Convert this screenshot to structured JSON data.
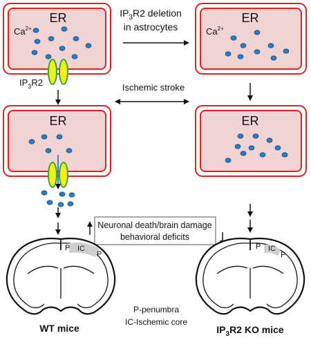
{
  "er_label": "ER",
  "ca_label": "Ca",
  "ca_superscript": "2+",
  "ip3r2_label": {
    "main": "IP",
    "sub": "3",
    "tail": "R2"
  },
  "top_arrow_label": {
    "line1_pre": "IP",
    "line1_sub": "3",
    "line1_post": "R2 deletion",
    "line2": "in astrocytes"
  },
  "middle_label": "Ischemic stroke",
  "outcome_box": {
    "line1": "Neuronal death/brain damage",
    "line2": "behavioral deficits"
  },
  "brain_labels": {
    "penumbra": "P",
    "core": "IC"
  },
  "legend": {
    "line1": "P-penumbra",
    "line2": "IC-Ischemic core"
  },
  "wt_label": "WT mice",
  "ko_label": {
    "pre": "IP",
    "sub": "3",
    "post": "R2 KO mice"
  },
  "colors": {
    "er_fill": "#f2d3d5",
    "er_stroke": "#e0201f",
    "calcium": "#2c7cc0",
    "channel_fill": "#f3ee1e",
    "channel_stroke": "#3aa537",
    "lesion": "#cfcfcf"
  }
}
